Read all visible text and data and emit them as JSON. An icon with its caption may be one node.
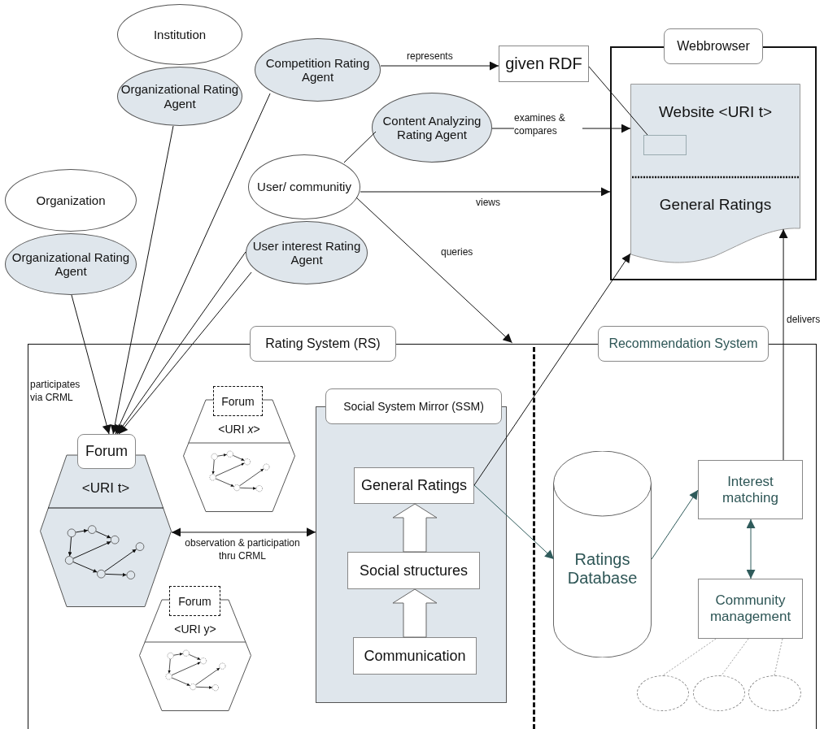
{
  "diagram": {
    "nodes": [
      {
        "text": [
          "Institution"
        ]
      },
      {
        "text": [
          "Organizational Rating Agent"
        ]
      },
      {
        "text": [
          "Competition Rating Agent"
        ]
      },
      {
        "text": [
          "given RDF"
        ]
      },
      {
        "text": [
          "Content Analyzing Rating Agent"
        ]
      },
      {
        "text": [
          "User/ communitiy"
        ]
      },
      {
        "text": [
          "Organization"
        ]
      },
      {
        "text": [
          "Organizational Rating Agent"
        ]
      },
      {
        "text": [
          "User interest Rating Agent"
        ]
      },
      {
        "text": [],
        "shape": "box"
      },
      {
        "text": [
          "Website <URI t>",
          "General Ratings"
        ],
        "in": 9
      },
      {
        "text": [],
        "shape": "box",
        "in": 10
      },
      {
        "text": [
          "Rating System (RS)",
          "Recommendation System"
        ]
      },
      {
        "text": [
          "Forum",
          "<URI t>"
        ],
        "in": 12
      },
      {
        "text": [
          "Forum",
          "<URI *x*>"
        ],
        "in": 12
      },
      {
        "text": [
          "Forum",
          "<URI y>"
        ],
        "in": 12
      },
      {
        "text": [
          "Social System Mirror (SSM)"
        ],
        "in": 12
      },
      {
        "text": [
          "General Ratings"
        ],
        "in": 16
      },
      {
        "text": [
          "Social structures"
        ],
        "in": 16
      },
      {
        "text": [
          "Communication"
        ],
        "in": 16
      },
      {
        "text": [
          "Ratings Database"
        ],
        "in": 12
      },
      {
        "text": [
          "Interest matching"
        ],
        "in": 12
      },
      {
        "text": [
          "Community management"
        ],
        "in": 12
      },
      {
        "text": [],
        "shape": "circle",
        "in": 12
      },
      {
        "text": [],
        "shape": "circle",
        "in": 12
      },
      {
        "text": [],
        "shape": "circle",
        "in": 12
      },
      {
        "text": [
          "Webbrowser"
        ],
        "in": 9
      }
    ],
    "edges": [
      {
        "from": 2,
        "to": 3,
        "arrow": "to",
        "label": "represents"
      },
      {
        "from": 3,
        "to": 11,
        "arrow": "none"
      },
      {
        "from": 4,
        "to": 10,
        "arrow": "to",
        "label": "examines & compares"
      },
      {
        "from": 5,
        "to": 9,
        "arrow": "to",
        "label": "views"
      },
      {
        "from": 5,
        "to": 12,
        "arrow": "to",
        "label": "queries"
      },
      {
        "from": 5,
        "to": 4,
        "arrow": "none"
      },
      {
        "from": 1,
        "to": 13,
        "arrow": "to"
      },
      {
        "from": 7,
        "to": 13,
        "arrow": "to"
      },
      {
        "from": 2,
        "to": 13,
        "arrow": "to"
      },
      {
        "from": 8,
        "to": 13,
        "arrow": "to"
      },
      {
        "from": 8,
        "to": 13,
        "arrow": "to"
      },
      {
        "from": 13,
        "to": 16,
        "arrow": "both",
        "label": "observation & participation thru CRML"
      },
      {
        "from": 19,
        "to": 18,
        "arrow": "to",
        "style": "thick"
      },
      {
        "from": 18,
        "to": 17,
        "arrow": "to",
        "style": "thick"
      },
      {
        "from": 17,
        "to": 10,
        "arrow": "to"
      },
      {
        "from": 17,
        "to": 20,
        "arrow": "to",
        "color": "#2f5b5b"
      },
      {
        "from": 20,
        "to": 21,
        "arrow": "to",
        "color": "#2f5b5b"
      },
      {
        "from": 21,
        "to": 22,
        "arrow": "both",
        "color": "#2f5b5b"
      },
      {
        "from": 21,
        "to": 10,
        "arrow": "to",
        "label": "delivers"
      },
      {
        "from": 22,
        "to": 23,
        "arrow": "none",
        "style": "dashed",
        "color": "#888888"
      },
      {
        "from": 22,
        "to": 24,
        "arrow": "none",
        "style": "dashed",
        "color": "#888888"
      },
      {
        "from": 22,
        "to": 25,
        "arrow": "none",
        "style": "dashed",
        "color": "#888888"
      }
    ],
    "labels": [
      "participates via CRML"
    ]
  }
}
